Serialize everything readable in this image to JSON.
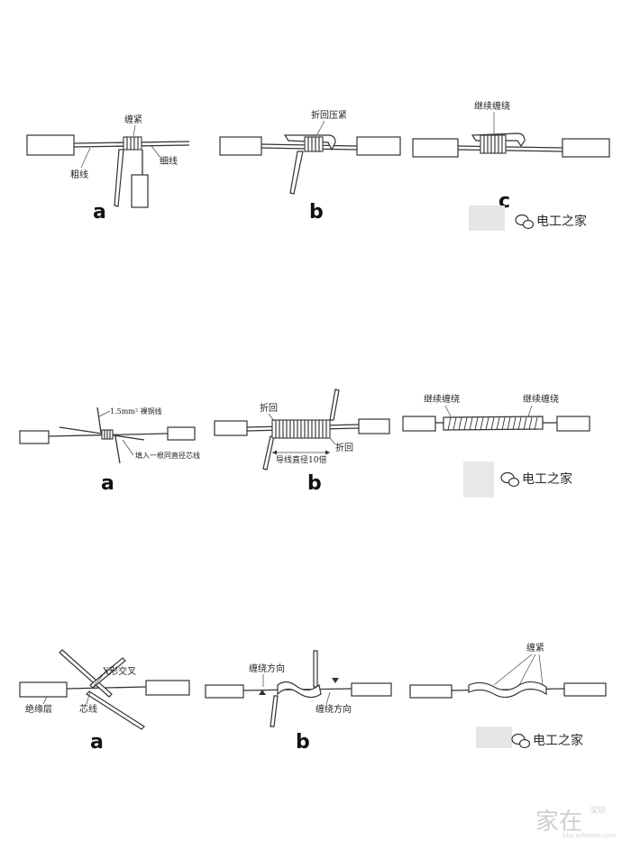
{
  "row1": {
    "panel_a": {
      "letter": "a",
      "label_tight": "缠紧",
      "label_thick": "粗线",
      "label_thin": "细线"
    },
    "panel_b": {
      "letter": "b",
      "label_fold": "折回压紧"
    },
    "panel_c": {
      "letter": "c",
      "label_continue": "继续缠绕"
    }
  },
  "row2": {
    "panel_a": {
      "letter": "a",
      "label_copper": "1.5mm² 裸铜线",
      "label_fill": "填入一根同直径芯线"
    },
    "panel_b": {
      "letter": "b",
      "label_fold_left": "折回",
      "label_fold_right": "折回",
      "label_length": "导线直径10倍"
    },
    "panel_c": {
      "label_continue_left": "继续缠绕",
      "label_continue_right": "继续缠绕"
    }
  },
  "row3": {
    "panel_a": {
      "letter": "a",
      "label_cross": "X形交叉",
      "label_insulation": "绝缘层",
      "label_core": "芯线"
    },
    "panel_b": {
      "letter": "b",
      "label_dir_left": "缠绕方向",
      "label_dir_right": "缠绕方向"
    },
    "panel_c": {
      "label_tight": "缠紧"
    }
  },
  "watermarks": {
    "wm1": "电工之家",
    "wm2": "电工之家",
    "wm3": "电工之家",
    "icon": "wechat-icon"
  },
  "brand": {
    "main": "家在",
    "side": "深圳",
    "sub": "bbs.szhome.com"
  }
}
